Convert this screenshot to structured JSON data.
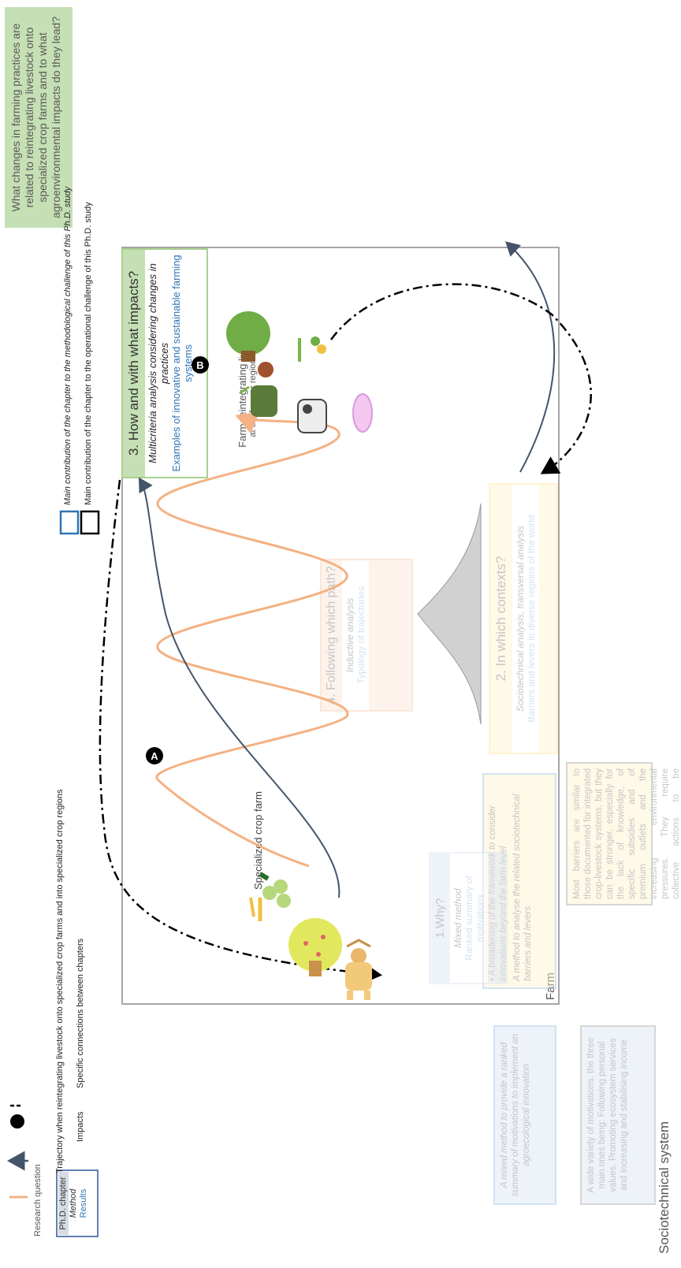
{
  "research_question": "What changes in farming practices are related to reintegrating livestock onto specialized crop farms and to what agroenvironmental impacts do they lead?",
  "sociotechnical_title": "Sociotechnical system",
  "farm_label": "Farm",
  "barriers_text": "Most barriers are similar to those documented for integrated crop-livestock systems, but they can be stronger, especially for the lack of knowledge, of specific subsidies and of premium outlets and the increasing environmental pressures. They require collective actions to be overcome.",
  "barriers_contributions": [
    "A broadening of the framework to consider innovations beyond the farm level",
    "A method to analyse the related sociotechnical barriers and levers"
  ],
  "motivations_text": "A wide variety of motivations, the three main ones being: Following personal values, Promoting ecosystem services and Increasing and stabilising income",
  "motivations_contribution": "A mixed method to provide a ranked summary of motivations to implement an agroecological innovation",
  "chapters": {
    "why": {
      "title": "1.Why?",
      "method": "Mixed method",
      "results": "Ranked summary of motivations"
    },
    "contexts": {
      "title": "2. In which contexts?",
      "method": "Sociotechnical analysis, transversal analysis",
      "results": "Barriers and levers in diverse regions of the world"
    },
    "impacts": {
      "title": "3. How and with what impacts?",
      "method": "Multicriteria analysis considering changes in practices",
      "results": "Examples of innovative and sustainable farming systems"
    },
    "path": {
      "title": "4. Following which path?",
      "method": "Inductive analysis",
      "results": "Typology of trajectories"
    }
  },
  "crop_farm_label": "Specialized crop farm",
  "reintegrating_label": "Farm reintegrating livestock",
  "reintegrating_sublabel": "at the farm or regional level",
  "connections": {
    "a": "A",
    "b": "B"
  },
  "legend": {
    "chapter_box": {
      "title": "Ph.D. chapter",
      "method": "Method",
      "results": "Results"
    },
    "research_question": "Research question",
    "trajectory": "Trajectory when reintegrating livestock onto specialized crop farms and into specialized crop regions",
    "impacts": "Impacts",
    "connections": "Specific connections between chapters",
    "operational": "Main contribution of the chapter to the operational challenge of this Ph.D. study",
    "methodological": "Main contribution of the chapter to the methodological challenge of this Ph.D. study"
  },
  "colors": {
    "green_fill": "#c5e0b4",
    "green_border": "#a9d18e",
    "orange_trajectory": "#f4b183",
    "impact_arrow": "#44546a",
    "results_blue": "#2e75b6",
    "farm_border": "#a6a6a6",
    "yellow_fill": "#fff2cc",
    "peach_fill": "#fbe5d6",
    "blue_fill": "#dae3f3"
  }
}
